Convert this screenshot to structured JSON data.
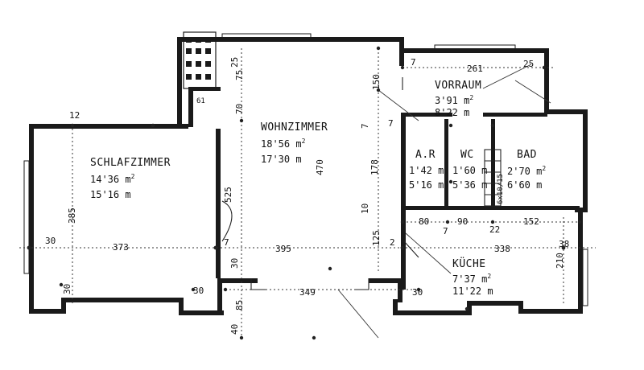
{
  "rooms": {
    "schlafzimmer": {
      "name": "SCHLAFZIMMER",
      "area": "14'36",
      "perimeter": "15'16"
    },
    "wohnzimmer": {
      "name": "WOHNZIMMER",
      "area": "18'56",
      "perimeter": "17'30"
    },
    "vorraum": {
      "name": "VORRAUM",
      "area": "3'91",
      "perimeter": "8'22"
    },
    "ar": {
      "name": "A.R",
      "area": "1'42",
      "perimeter": "5'16"
    },
    "wc": {
      "name": "WC",
      "area": "1'60",
      "perimeter": "5'36"
    },
    "bad": {
      "name": "BAD",
      "area": "2'70",
      "perimeter": "6'60"
    },
    "kueche": {
      "name": "KÜCHE",
      "area": "7'37",
      "perimeter": "11'22"
    }
  },
  "units": {
    "area": "m",
    "area_exp": "2",
    "length": "m"
  },
  "dimensions": {
    "d261": "261",
    "d25a": "25",
    "d25b": "25",
    "d7a": "7",
    "d75": "75",
    "d70": "70",
    "d150": "150",
    "d7b": "7",
    "d178": "178",
    "d10": "10",
    "d470": "470",
    "d525": "525",
    "d385": "385",
    "d30a": "30",
    "d373": "373",
    "d7c": "7",
    "d30b": "30",
    "d395": "395",
    "d125": "125",
    "d7d": "7",
    "d2": "2",
    "d80": "80",
    "d90": "90",
    "d152": "152",
    "d338": "338",
    "d38": "38",
    "d210": "210",
    "d30c": "30",
    "d30d": "30",
    "d349": "349",
    "d85": "85",
    "d40": "40",
    "d22": "22",
    "d30e": "30",
    "d12": "12",
    "d61": "61",
    "d6x10": "6x10/15",
    "d7e": "7"
  }
}
